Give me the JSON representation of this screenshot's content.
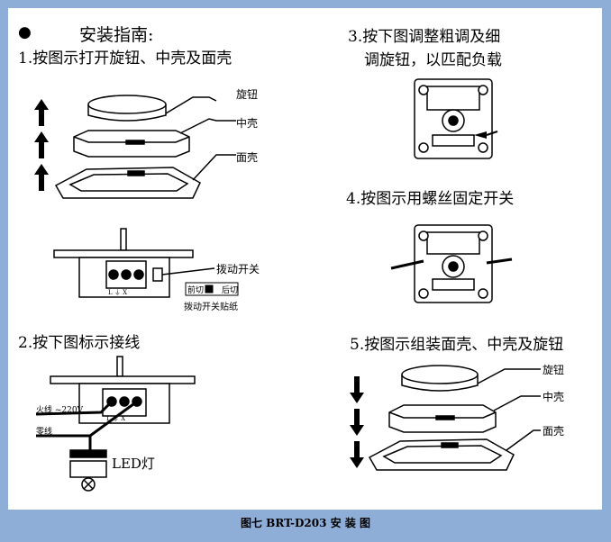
{
  "guide": {
    "title": "安装指南:",
    "step1": "1.按图示打开旋钮、中壳及面壳",
    "step2": "2.按下图标示接线",
    "step3_line1": "3.按下图调整粗调及细",
    "step3_line2": "调旋钮，以匹配负载",
    "step4": "4.按图示用螺丝固定开关",
    "step5": "5.按图示组装面壳、中壳及旋钮"
  },
  "labels": {
    "knob": "旋钮",
    "middle_shell": "中壳",
    "face_shell": "面壳",
    "toggle_switch": "拨动开关",
    "toggle_sticker": "拨动开关贴纸",
    "sticker_left": "前切",
    "sticker_right": "后切",
    "live_wire": "火线 ~220V",
    "neutral_wire": "零线",
    "led_lamp": "LED灯",
    "terminal_markings": "L  ⏚  X",
    "step5_knob": "旋钮",
    "step5_middle": "中壳",
    "step5_face": "面壳"
  },
  "caption": "图七    BRT-D203  安 装 图",
  "colors": {
    "frame": "#8eaed8",
    "line": "#000000"
  }
}
